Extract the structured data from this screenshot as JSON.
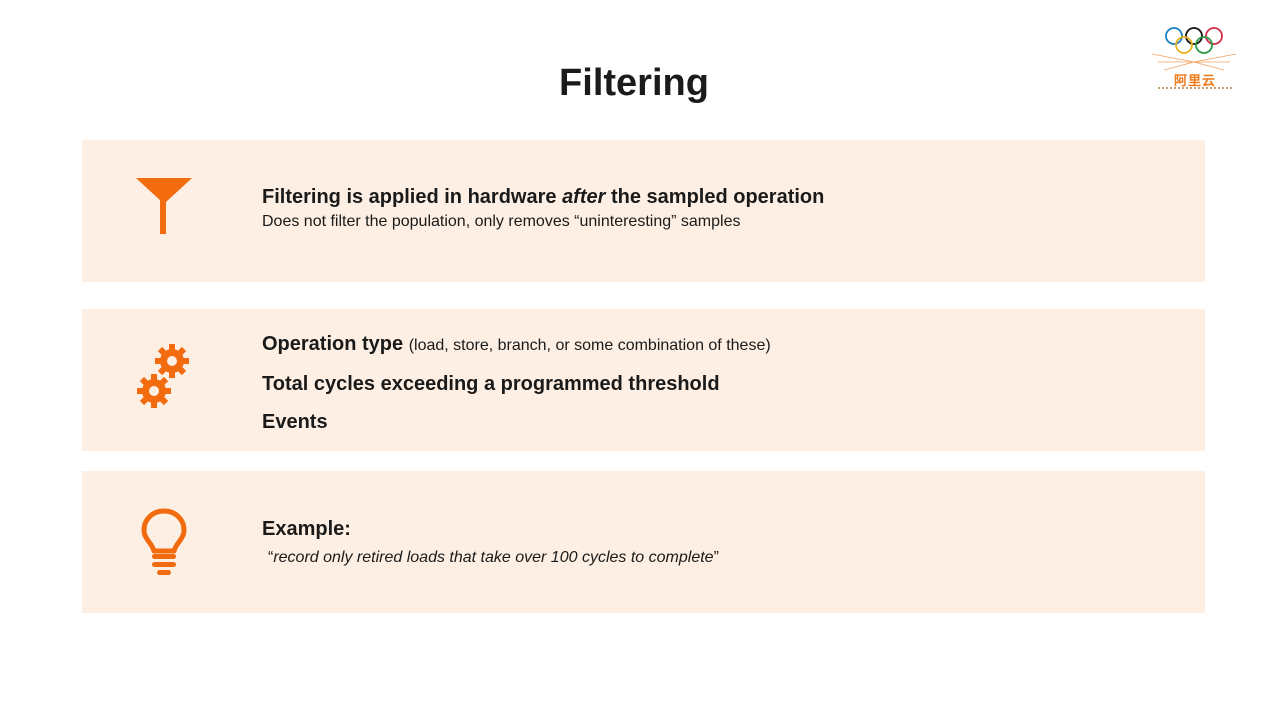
{
  "title": "Filtering",
  "logo": {
    "text": "阿里云",
    "icon": "olympic-rings-logo"
  },
  "panels": [
    {
      "icon": "funnel-icon",
      "heading_part1": "Filtering is applied in hardware ",
      "heading_emph": "after",
      "heading_part2": " the sampled operation",
      "subtext": "Does not filter the population, only removes “uninteresting” samples"
    },
    {
      "icon": "gears-icon",
      "items": [
        {
          "label": "Operation type",
          "note": "(load, store, branch, or some combination of these)"
        },
        {
          "label": "Total cycles exceeding a programmed threshold"
        },
        {
          "label": "Events"
        }
      ]
    },
    {
      "icon": "lightbulb-icon",
      "heading": "Example:",
      "quote_open": "“",
      "quote_text": "record only retired loads that take over 100 cycles to complete",
      "quote_close": "”"
    }
  ],
  "colors": {
    "accent": "#f26b0f",
    "panel_bg": "#fdefe3",
    "text": "#1a1a1a"
  }
}
